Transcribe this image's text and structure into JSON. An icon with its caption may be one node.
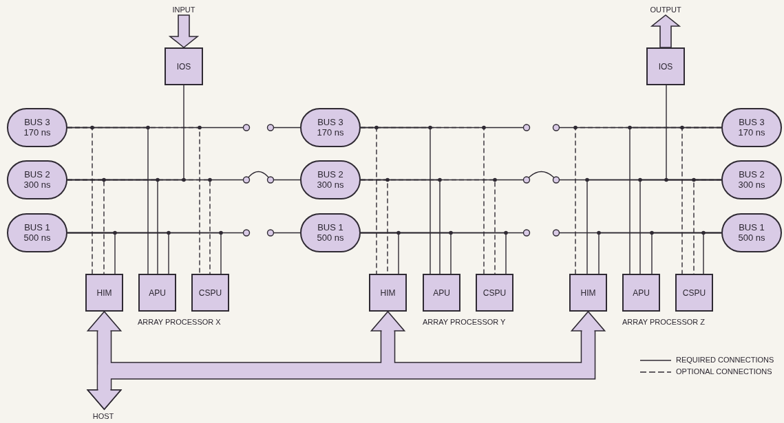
{
  "diagram": {
    "nodes": [
      {
        "text": [
          "INPUT"
        ]
      },
      {
        "text": [
          "IOS"
        ]
      },
      {
        "text": [
          "OUTPUT"
        ]
      },
      {
        "text": [
          "IOS"
        ]
      },
      {
        "text": [
          "BUS 3",
          "170 ns"
        ]
      },
      {
        "text": [
          "BUS 3",
          "170 ns"
        ]
      },
      {
        "text": [
          "BUS 3",
          "170 ns"
        ]
      },
      {
        "text": [
          "BUS 2",
          "300 ns"
        ]
      },
      {
        "text": [
          "BUS 2",
          "300 ns"
        ]
      },
      {
        "text": [
          "BUS 2",
          "300 ns"
        ]
      },
      {
        "text": [
          "BUS 1",
          "500 ns"
        ]
      },
      {
        "text": [
          "BUS 1",
          "500 ns"
        ]
      },
      {
        "text": [
          "BUS 1",
          "500 ns"
        ]
      },
      {
        "text": [
          "HIM"
        ]
      },
      {
        "text": [
          "APU"
        ]
      },
      {
        "text": [
          "CSPU"
        ]
      },
      {
        "text": [
          "HIM"
        ]
      },
      {
        "text": [
          "APU"
        ]
      },
      {
        "text": [
          "CSPU"
        ]
      },
      {
        "text": [
          "HIM"
        ]
      },
      {
        "text": [
          "APU"
        ]
      },
      {
        "text": [
          "CSPU"
        ]
      },
      {
        "text": [
          "HOST"
        ]
      }
    ],
    "edges": [
      {
        "from": 0,
        "to": 1,
        "arrow": "to",
        "style": "thick"
      },
      {
        "from": 3,
        "to": 2,
        "arrow": "to",
        "style": "thick"
      },
      {
        "from": 1,
        "to": 7,
        "arrow": "none"
      },
      {
        "from": 3,
        "to": 9,
        "arrow": "none"
      },
      {
        "from": 4,
        "to": 13,
        "arrow": "none",
        "style": "dashed"
      },
      {
        "from": 7,
        "to": 13,
        "arrow": "none",
        "style": "dashed"
      },
      {
        "from": 10,
        "to": 13,
        "arrow": "none"
      },
      {
        "from": 4,
        "to": 14,
        "arrow": "none"
      },
      {
        "from": 7,
        "to": 14,
        "arrow": "none"
      },
      {
        "from": 10,
        "to": 14,
        "arrow": "none"
      },
      {
        "from": 4,
        "to": 15,
        "arrow": "none",
        "style": "dashed"
      },
      {
        "from": 7,
        "to": 15,
        "arrow": "none",
        "style": "dashed"
      },
      {
        "from": 10,
        "to": 15,
        "arrow": "none"
      },
      {
        "from": 5,
        "to": 16,
        "arrow": "none",
        "style": "dashed"
      },
      {
        "from": 8,
        "to": 16,
        "arrow": "none",
        "style": "dashed"
      },
      {
        "from": 11,
        "to": 16,
        "arrow": "none"
      },
      {
        "from": 5,
        "to": 17,
        "arrow": "none"
      },
      {
        "from": 8,
        "to": 17,
        "arrow": "none"
      },
      {
        "from": 11,
        "to": 17,
        "arrow": "none"
      },
      {
        "from": 5,
        "to": 18,
        "arrow": "none",
        "style": "dashed"
      },
      {
        "from": 8,
        "to": 18,
        "arrow": "none",
        "style": "dashed"
      },
      {
        "from": 11,
        "to": 18,
        "arrow": "none"
      },
      {
        "from": 6,
        "to": 19,
        "arrow": "none",
        "style": "dashed"
      },
      {
        "from": 9,
        "to": 19,
        "arrow": "none"
      },
      {
        "from": 12,
        "to": 19,
        "arrow": "none"
      },
      {
        "from": 6,
        "to": 20,
        "arrow": "none"
      },
      {
        "from": 9,
        "to": 20,
        "arrow": "none"
      },
      {
        "from": 12,
        "to": 20,
        "arrow": "none"
      },
      {
        "from": 6,
        "to": 21,
        "arrow": "none",
        "style": "dashed"
      },
      {
        "from": 9,
        "to": 21,
        "arrow": "none",
        "style": "dashed"
      },
      {
        "from": 12,
        "to": 21,
        "arrow": "none"
      },
      {
        "from": 4,
        "to": null,
        "arrow": "other"
      },
      {
        "from": null,
        "to": 5,
        "arrow": "other"
      },
      {
        "from": 7,
        "to": 8,
        "arrow": "none"
      },
      {
        "from": 10,
        "to": null,
        "arrow": "other"
      },
      {
        "from": null,
        "to": 11,
        "arrow": "other"
      },
      {
        "from": 5,
        "to": null,
        "arrow": "other"
      },
      {
        "from": null,
        "to": 6,
        "arrow": "other"
      },
      {
        "from": 8,
        "to": 9,
        "arrow": "none"
      },
      {
        "from": 11,
        "to": null,
        "arrow": "other"
      },
      {
        "from": null,
        "to": 12,
        "arrow": "other"
      },
      {
        "from": 22,
        "to": 13,
        "arrow": "both",
        "style": "thick",
        "color": "#d9cbe6"
      },
      {
        "from": 22,
        "to": 16,
        "arrow": "both",
        "style": "thick",
        "color": "#d9cbe6"
      },
      {
        "from": 22,
        "to": 19,
        "arrow": "both",
        "style": "thick",
        "color": "#d9cbe6"
      }
    ],
    "labels": [
      "ARRAY PROCESSOR X",
      "ARRAY PROCESSOR Y",
      "ARRAY PROCESSOR Z"
    ],
    "legend": [
      {
        "text": "REQUIRED CONNECTIONS"
      },
      {
        "text": "OPTIONAL CONNECTIONS"
      }
    ]
  }
}
